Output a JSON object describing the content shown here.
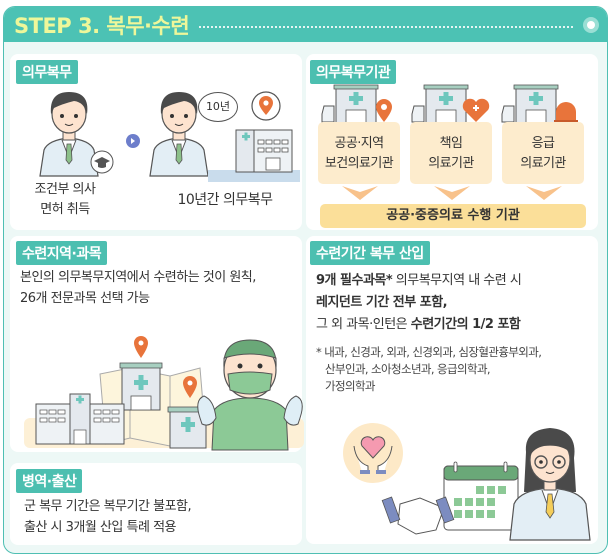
{
  "header": {
    "title": "STEP 3.  복무·수련",
    "colors": {
      "header_bg": "#4cc2b4",
      "title": "#eef79a",
      "frame_bg": "#edf8f6",
      "tag_bg": "#4cbfb0",
      "accent_orange": "#e8743b",
      "peach": "#fdeccd",
      "yellow_bar": "#fbdf99"
    }
  },
  "sections": {
    "duty": {
      "tag": "의무복무",
      "step1_line1": "조건부 의사",
      "step1_line2": "면허 취득",
      "bubble": "10년",
      "step2": "10년간 의무복무",
      "icons": [
        "doctor-icon",
        "graduation-cap-icon",
        "arrow-right-icon",
        "doctor-icon",
        "speech-bubble-icon",
        "location-pin-icon",
        "hospital-building-icon"
      ]
    },
    "institutions": {
      "tag": "의무복무기관",
      "items": [
        {
          "line1": "공공·지역",
          "line2": "보건의료기관",
          "icon": "location-pin-icon"
        },
        {
          "line1": "책임",
          "line2": "의료기관",
          "icon": "heart-plus-icon"
        },
        {
          "line1": "응급",
          "line2": "의료기관",
          "icon": "siren-icon"
        }
      ],
      "summary": "공공·중증의료 수행 기관"
    },
    "region": {
      "tag": "수련지역·과목",
      "line1": "본인의 의무복무지역에서 수련하는 것이 원칙,",
      "line2": "26개 전문과목 선택 가능"
    },
    "period": {
      "tag": "수련기간 복무 산입",
      "line1_bold": "9개 필수과목*",
      "line1_rest": " 의무복무지역 내 수련 시",
      "line2": "레지던트 기간 전부 포함,",
      "line3_plain": "그 외 과목·인턴은 ",
      "line3_bold": "수련기간의 1/2 포함",
      "note1": "* 내과, 신경과, 외과, 신경외과, 심장혈관흉부외과,",
      "note2": "산부인과, 소아청소년과, 응급의학과,",
      "note3": "가정의학과"
    },
    "military": {
      "tag": "병역·출산",
      "line1": "군 복무 기간은 복무기간 불포함,",
      "line2": "출산 시 3개월 산입 특례 적용"
    }
  }
}
